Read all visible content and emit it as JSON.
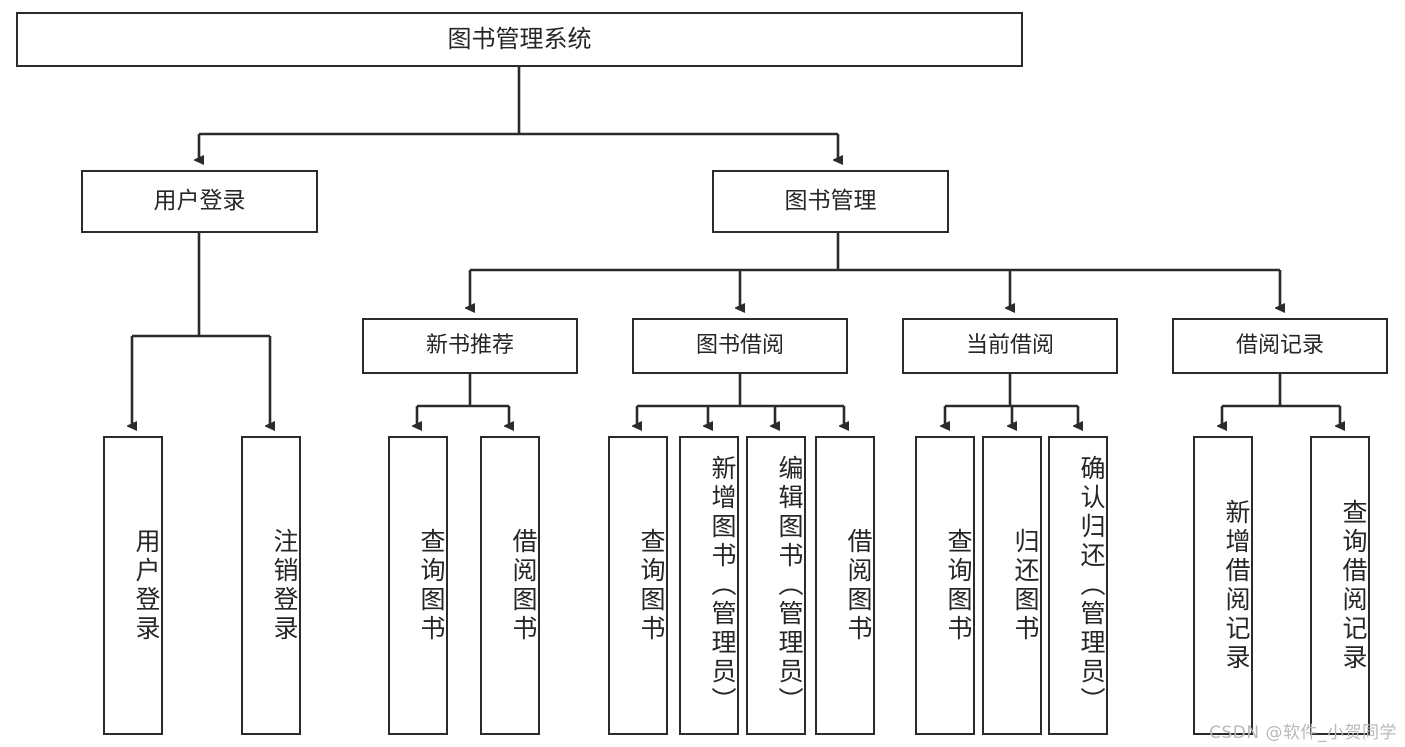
{
  "diagram": {
    "title": "图书管理系统",
    "type": "tree-hierarchy",
    "root": {
      "label": "图书管理系统"
    },
    "level1": [
      {
        "label": "用户登录"
      },
      {
        "label": "图书管理"
      }
    ],
    "level2": [
      {
        "label": "新书推荐"
      },
      {
        "label": "图书借阅"
      },
      {
        "label": "当前借阅"
      },
      {
        "label": "借阅记录"
      }
    ],
    "leaves": {
      "user_login": [
        {
          "label": "用户登录"
        },
        {
          "label": "注销登录"
        }
      ],
      "new_book_recommend": [
        {
          "label": "查询图书"
        },
        {
          "label": "借阅图书"
        }
      ],
      "book_borrow": [
        {
          "label": "查询图书"
        },
        {
          "label": "新增图书（管理员）"
        },
        {
          "label": "编辑图书（管理员）"
        },
        {
          "label": "借阅图书"
        }
      ],
      "current_borrow": [
        {
          "label": "查询图书"
        },
        {
          "label": "归还图书"
        },
        {
          "label": "确认归还（管理员）"
        }
      ],
      "borrow_record": [
        {
          "label": "新增借阅记录"
        },
        {
          "label": "查询借阅记录"
        }
      ]
    }
  },
  "watermark": {
    "text": "CSDN @软件_小贺同学"
  },
  "colors": {
    "stroke": "#2b2b2b",
    "fill": "#ffffff",
    "text": "#262626",
    "watermark": "#b9b9b9"
  }
}
